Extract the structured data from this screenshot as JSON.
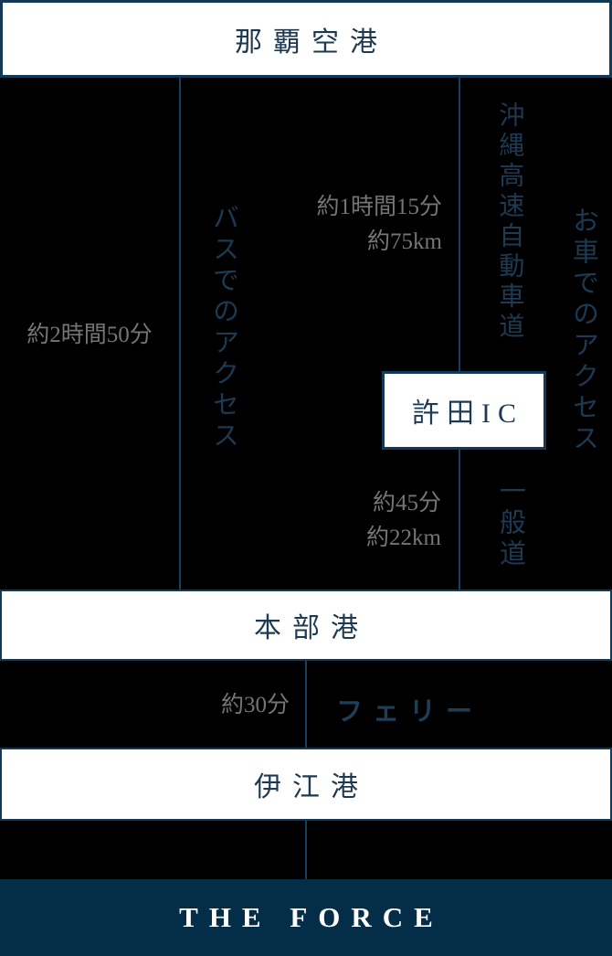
{
  "colors": {
    "background": "#000000",
    "line_navy": "#15405f",
    "text_navy": "#1d3a52",
    "text_gray": "#757575",
    "node_bg": "#ffffff",
    "footer_bg": "#042e48",
    "footer_text": "#ffffff"
  },
  "nodes": {
    "origin": "那覇空港",
    "interchange": "許田IC",
    "port_depart": "本部港",
    "port_arrive": "伊江港",
    "destination": "THE FORCE"
  },
  "routes": {
    "bus": {
      "label": "バスでのアクセス",
      "duration": "約2時間50分"
    },
    "car": {
      "label": "お車でのアクセス",
      "expressway": {
        "name": "沖縄高速自動車道",
        "duration": "約1時間15分",
        "distance": "約75km"
      },
      "general_road": {
        "name": "一般道",
        "duration": "約45分",
        "distance": "約22km"
      }
    },
    "ferry": {
      "label": "フェリー",
      "duration": "約30分"
    }
  }
}
